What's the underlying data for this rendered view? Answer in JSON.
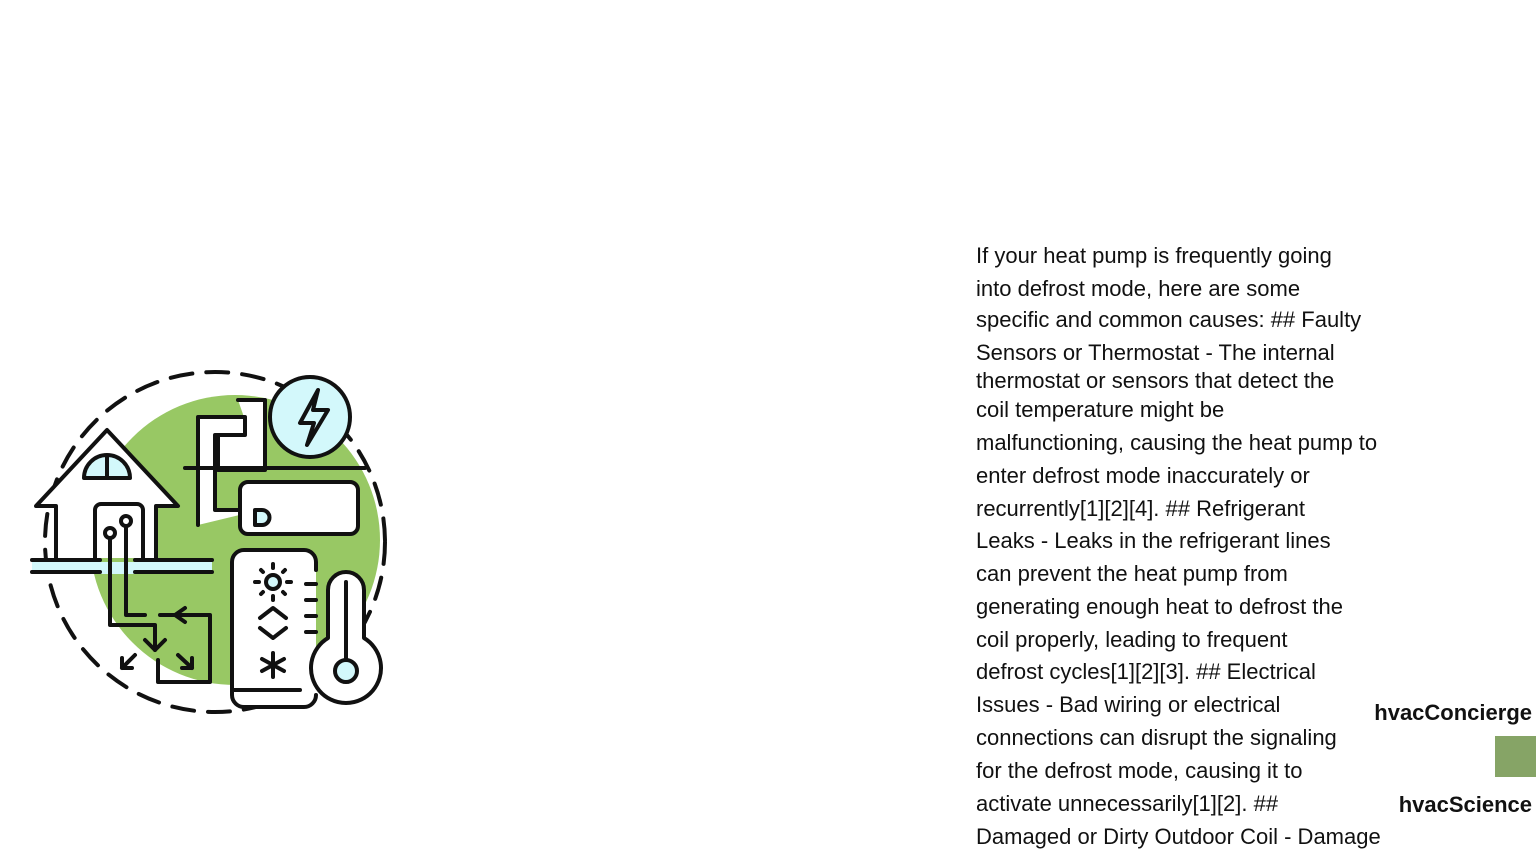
{
  "illustration": {
    "icon": "heat-pump-house-thermostat-icon",
    "colors": {
      "accent": "#98c864",
      "light": "#d3f8fb",
      "stroke": "#111111"
    }
  },
  "body_lines": [
    "If your heat pump is frequently going",
    "into defrost mode, here are some",
    "specific and common causes:  ## Faulty",
    "Sensors or Thermostat - The internal",
    "thermostat or sensors that detect the",
    "coil temperature might be",
    "malfunctioning, causing the heat pump to",
    "enter defrost mode inaccurately or",
    "recurrently[1][2][4].  ## Refrigerant",
    "Leaks - Leaks in the refrigerant lines",
    "can prevent the heat pump from",
    "generating enough heat to defrost the",
    "coil properly, leading to frequent",
    "defrost cycles[1][2][3].  ## Electrical",
    "Issues - Bad wiring or electrical",
    "connections can disrupt the signaling",
    "for the defrost mode, causing it to",
    "activate unnecessarily[1][2].  ##",
    "Damaged or Dirty Outdoor Coil - Damage"
  ],
  "logo": {
    "text_a": "hvacScience",
    "text_b": "hvacConcierge"
  },
  "accent_box_color": "#86a466"
}
